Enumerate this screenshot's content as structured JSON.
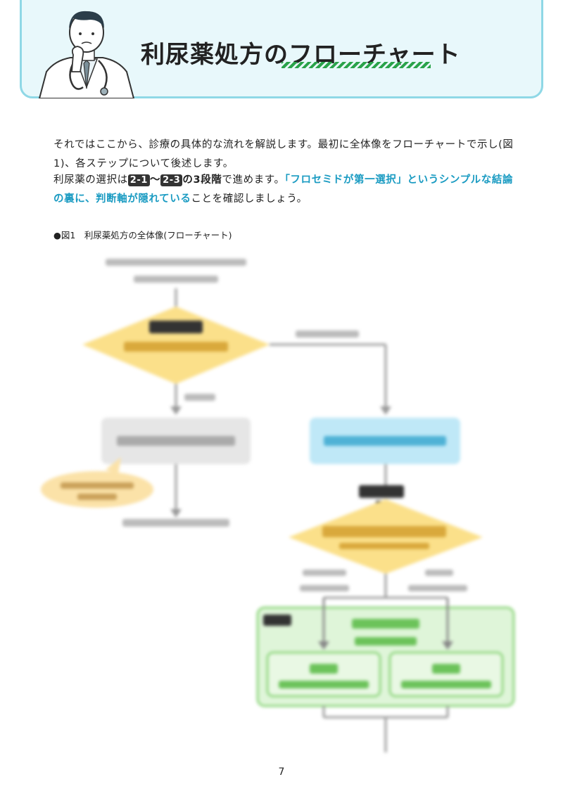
{
  "header": {
    "title": "利尿薬処方のフローチャート",
    "colors": {
      "banner_bg": "#e8f8fb",
      "banner_border": "#8fd8e6",
      "underline": "#2aa34a"
    }
  },
  "intro": {
    "line1": "それではここから、診療の具体的な流れを解説します。最初に全体像をフローチャートで示し(図1)、各ステップについて後述します。",
    "line2_pre": "利尿薬の選択は",
    "chip_a": "2-1",
    "tilde": "～",
    "chip_b": "2-3",
    "line2_bold": "の3段階",
    "line2_mid": "で進めます。",
    "line2_blue": "「フロセミドが第一選択」というシンプルな結論の裏に、判断軸が隠れている",
    "line2_end": "ことを確認しましょう。",
    "accent_color": "#1a9bc2"
  },
  "figure": {
    "caption": "●図1　利尿薬処方の全体像(フローチャート)"
  },
  "page_number": "7"
}
